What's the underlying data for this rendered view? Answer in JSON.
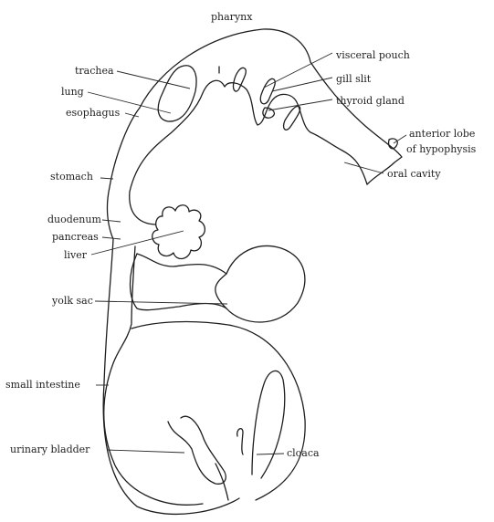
{
  "labels": {
    "pharynx": "pharynx",
    "visceral_pouch": "visceral pouch",
    "trachea": "trachea",
    "gill_slit": "gill slit",
    "lung": "lung",
    "thyroid_gland": "thyroid gland",
    "esophagus": "esophagus",
    "anterior_lobe_line1": "anterior lobe",
    "anterior_lobe_line2": "of hypophysis",
    "oral_cavity": "oral cavity",
    "stomach": "stomach",
    "duodenum": "duodenum",
    "pancreas": "pancreas",
    "liver": "liver",
    "yolk_sac": "yolk sac",
    "small_intestine": "small intestine",
    "urinary_bladder": "urinary bladder",
    "cloaca": "cloaca"
  }
}
